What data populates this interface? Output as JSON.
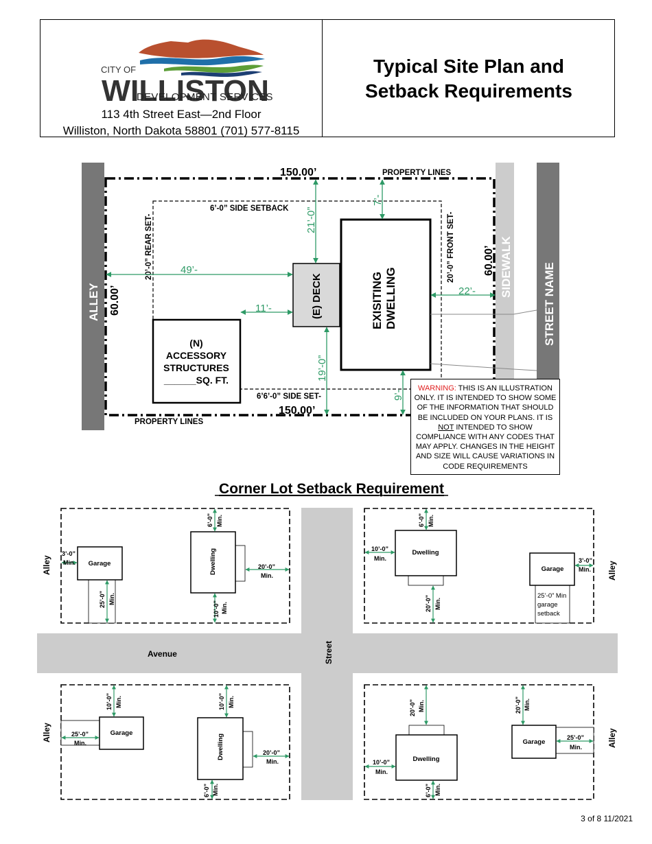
{
  "header": {
    "logo_city_of": "CITY OF",
    "logo_name": "WILLISTON",
    "logo_subtitle": "DEVELOPMENT SERVICES",
    "address_line1": "113 4th Street East—2nd Floor",
    "address_line2": "Williston, North Dakota 58801 (701) 577-8115",
    "title_line1": "Typical Site Plan and",
    "title_line2": "Setback Requirements"
  },
  "site_plan": {
    "alley": "ALLEY",
    "sidewalk": "SIDEWALK",
    "street_name": "STREET NAME",
    "property_lines_top": "PROPERTY LINES",
    "property_lines_bottom": "PROPERTY LINES",
    "width_top": "150.00’",
    "width_bottom": "150.00’",
    "depth_left": "60.00’",
    "depth_right": "60.00’",
    "side_setback_top": "6’-0” SIDE SETBACK",
    "side_setback_bottom": "6’6’-0” SIDE SET-",
    "rear_setback": "20’-0” REAR SET-",
    "front_setback": "20’-0” FRONT SET-",
    "dim_49": "49’-",
    "dim_11": "11’-",
    "dim_22": "22’-",
    "dim_21": "21’-0”",
    "dim_19": "19’-0”",
    "dim_7": "7’-",
    "dim_9": "9’-",
    "deck": "(E) DECK",
    "dwelling_line1": "EXISITING",
    "dwelling_line2": "DWELLING",
    "accessory_line1": "(N)",
    "accessory_line2": "ACCESSORY",
    "accessory_line3": "STRUCTURES",
    "accessory_line4": "______SQ. FT."
  },
  "warning": {
    "label": "WARNING:",
    "text_a": "THIS IS AN ILLUSTRATION ONLY. IT IS INTENDED TO SHOW SOME OF THE INFORMATION THAT SHOULD BE INCLUDED ON YOUR PLANS. IT IS",
    "not": "NOT",
    "text_b": "INTENDED TO SHOW COMPLIANCE WITH ANY CODES THAT MAY APPLY. CHANGES IN THE HEIGHT AND SIZE  WILL CAUSE VARIATIONS IN CODE REQUIREMENTS"
  },
  "corner_lot": {
    "title": "Corner Lot Setback Requirement",
    "avenue": "Avenue",
    "street": "Street",
    "alley": "Alley",
    "garage": "Garage",
    "dwelling": "Dwelling",
    "min": "Min.",
    "d3": "3’-0”",
    "d6": "6’-0”",
    "d10": "10’-0”",
    "d20": "20’-0”",
    "d25": "25’-0”",
    "garage_note_1": "25’-0” Min",
    "garage_note_2": "garage",
    "garage_note_3": "setback"
  },
  "footer": {
    "page": "3 of 8 11/2021"
  },
  "colors": {
    "dimension": "#2e9a66",
    "warning": "#e02020",
    "road": "#cccccc",
    "alley": "#777777",
    "logo_brown": "#b9502f",
    "logo_blue": "#1f6fa9",
    "logo_green": "#5c9e37"
  }
}
